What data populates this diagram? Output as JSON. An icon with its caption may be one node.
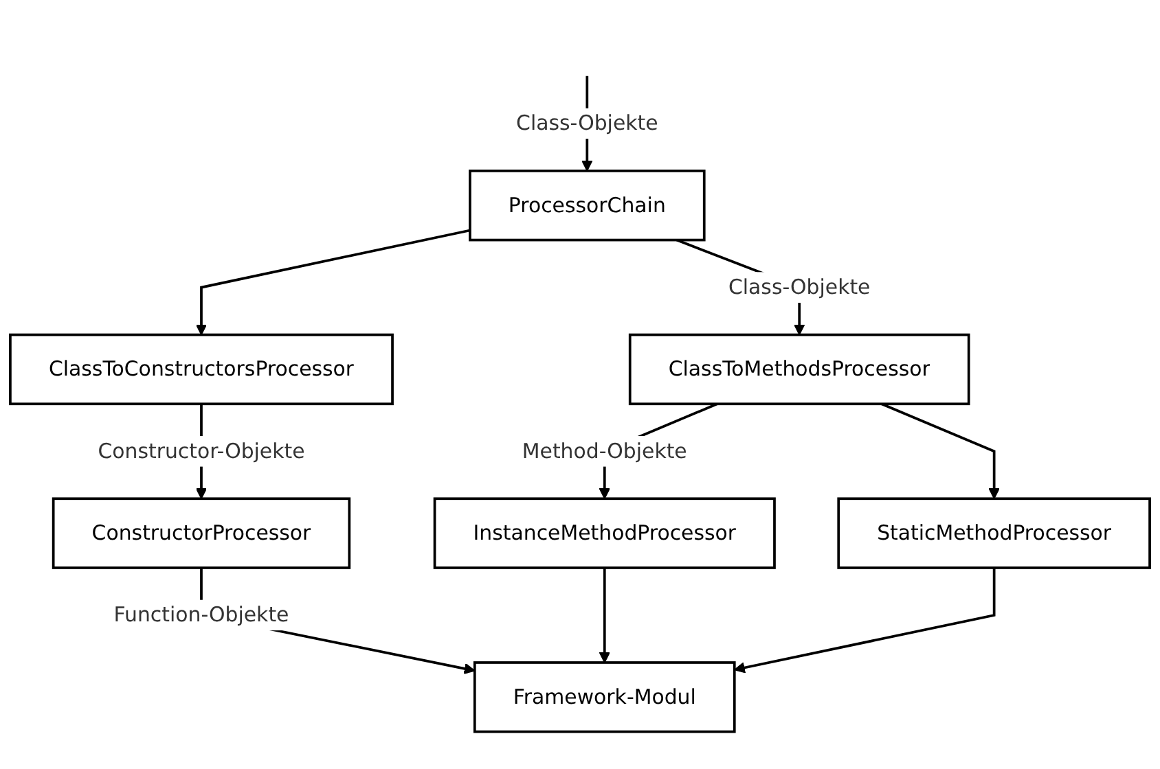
{
  "diagram": {
    "nodes": [
      {
        "text": [
          "ProcessorChain"
        ]
      },
      {
        "text": [
          "ClassToConstructorsProcessor"
        ]
      },
      {
        "text": [
          "ClassToMethodsProcessor"
        ]
      },
      {
        "text": [
          "ConstructorProcessor"
        ]
      },
      {
        "text": [
          "InstanceMethodProcessor"
        ]
      },
      {
        "text": [
          "StaticMethodProcessor"
        ]
      },
      {
        "text": [
          "Framework-Modul"
        ]
      }
    ],
    "edges": [
      {
        "from": null,
        "to": 0,
        "arrow": "to",
        "label": "Class-Objekte"
      },
      {
        "from": 0,
        "to": 1,
        "arrow": "to"
      },
      {
        "from": 0,
        "to": 2,
        "arrow": "to",
        "label": "Class-Objekte"
      },
      {
        "from": 1,
        "to": 3,
        "arrow": "to",
        "label": "Constructor-Objekte"
      },
      {
        "from": 2,
        "to": 4,
        "arrow": "to",
        "label": "Method-Objekte"
      },
      {
        "from": 2,
        "to": 5,
        "arrow": "to"
      },
      {
        "from": 3,
        "to": 6,
        "arrow": "to",
        "label": "Function-Objekte"
      },
      {
        "from": 4,
        "to": 6,
        "arrow": "to"
      },
      {
        "from": 5,
        "to": 6,
        "arrow": "to"
      }
    ]
  }
}
